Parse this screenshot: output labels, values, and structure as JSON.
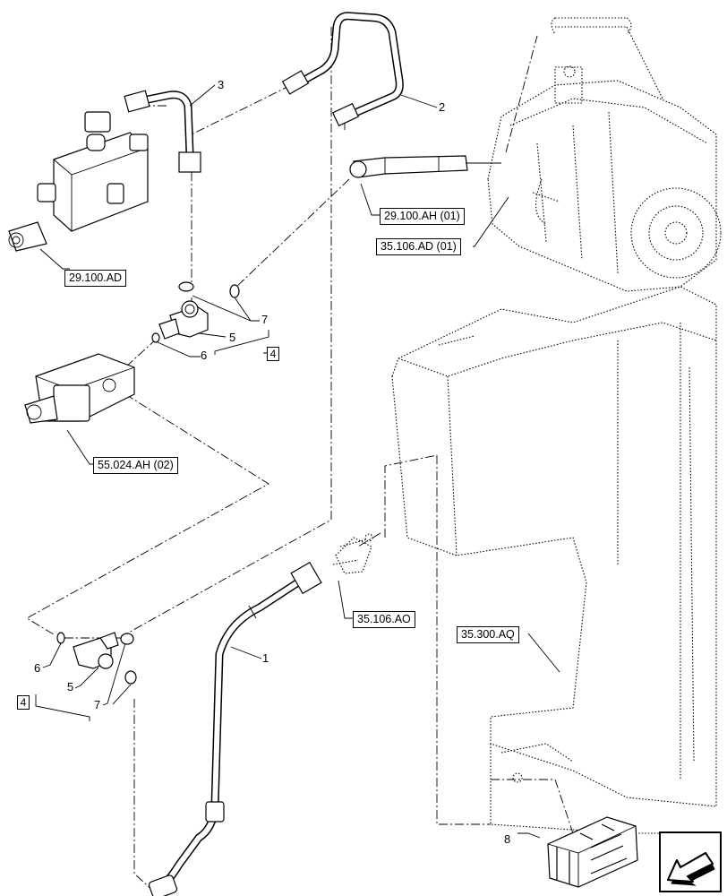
{
  "part_refs": {
    "r_29_100_ad": "29.100.AD",
    "r_29_100_ah_01": "29.100.AH (01)",
    "r_35_106_ad_01": "35.106.AD (01)",
    "r_55_024_ah_02": "55.024.AH (02)",
    "r_35_106_ao": "35.106.AO",
    "r_35_300_aq": "35.300.AQ"
  },
  "callouts": {
    "c1": "1",
    "c2": "2",
    "c3": "3",
    "c4_upper": "4",
    "c4_lower": "4",
    "c5_upper": "5",
    "c5_lower": "5",
    "c6_upper": "6",
    "c6_lower": "6",
    "c7_upper": "7",
    "c7_lower": "7",
    "c8": "8"
  },
  "icons": {
    "nav": "arrow-down-left-icon"
  }
}
